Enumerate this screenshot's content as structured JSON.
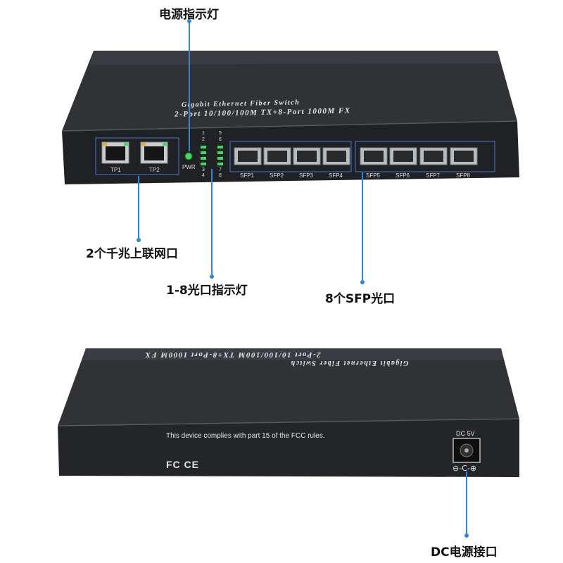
{
  "annotations": {
    "power_led": "电源指示灯",
    "uplink_ports": "2个千兆上联网口",
    "port_leds": "1-8光口指示灯",
    "sfp_ports": "8个SFP光口",
    "dc_power": "DC电源接口"
  },
  "front": {
    "title_line1": "Gigabit Ethernet Fiber Switch",
    "title_line2": "2-Port 10/100/100M TX+8-Port 1000M FX",
    "rj45_labels": [
      "TP1",
      "TP2"
    ],
    "pwr_label": "PWR",
    "led_numbers_left_top": [
      "1",
      "2"
    ],
    "led_numbers_left_bottom": [
      "3",
      "4"
    ],
    "led_numbers_right_top": [
      "5",
      "6"
    ],
    "led_numbers_right_bottom": [
      "7",
      "8"
    ],
    "sfp_labels": [
      "SFP1",
      "SFP2",
      "SFP3",
      "SFP4",
      "SFP5",
      "SFP6",
      "SFP7",
      "SFP8"
    ]
  },
  "back": {
    "title_line1": "Gigabit Ethernet Fiber Switch",
    "title_line2": "2-Port 10/100/100M TX+8-Port 1000M FX",
    "fcc_text": "This device complies with part 15 of the FCC rules.",
    "cert_marks": "FC CE",
    "dc_label": "DC 5V",
    "polarity": "⊖-C-⊕"
  },
  "colors": {
    "chassis": "#2b2d31",
    "accent_line": "#2e86de",
    "led_green": "#3ddc5a"
  }
}
